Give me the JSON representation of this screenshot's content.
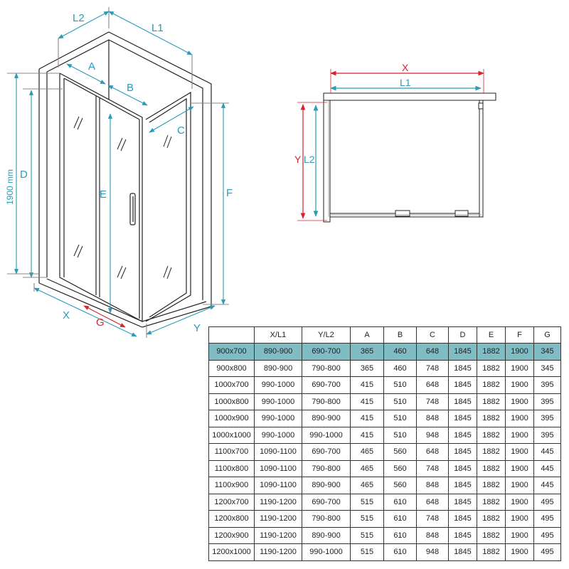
{
  "iso": {
    "labels": {
      "L2": "L2",
      "L1": "L1",
      "A": "A",
      "B": "B",
      "C": "C",
      "D": "D",
      "E": "E",
      "F": "F",
      "X": "X",
      "Y": "Y",
      "G": "G",
      "H": "1900 mm"
    }
  },
  "plan": {
    "labels": {
      "X": "X",
      "L1": "L1",
      "Y": "Y",
      "L2": "L2"
    }
  },
  "table": {
    "headers": [
      "",
      "X/L1",
      "Y/L2",
      "A",
      "B",
      "C",
      "D",
      "E",
      "F",
      "G"
    ],
    "rows": [
      [
        "900x700",
        "890-900",
        "690-700",
        "365",
        "460",
        "648",
        "1845",
        "1882",
        "1900",
        "345"
      ],
      [
        "900x800",
        "890-900",
        "790-800",
        "365",
        "460",
        "748",
        "1845",
        "1882",
        "1900",
        "345"
      ],
      [
        "1000x700",
        "990-1000",
        "690-700",
        "415",
        "510",
        "648",
        "1845",
        "1882",
        "1900",
        "395"
      ],
      [
        "1000x800",
        "990-1000",
        "790-800",
        "415",
        "510",
        "748",
        "1845",
        "1882",
        "1900",
        "395"
      ],
      [
        "1000x900",
        "990-1000",
        "890-900",
        "415",
        "510",
        "848",
        "1845",
        "1882",
        "1900",
        "395"
      ],
      [
        "1000x1000",
        "990-1000",
        "990-1000",
        "415",
        "510",
        "948",
        "1845",
        "1882",
        "1900",
        "395"
      ],
      [
        "1100x700",
        "1090-1100",
        "690-700",
        "465",
        "560",
        "648",
        "1845",
        "1882",
        "1900",
        "445"
      ],
      [
        "1100x800",
        "1090-1100",
        "790-800",
        "465",
        "560",
        "748",
        "1845",
        "1882",
        "1900",
        "445"
      ],
      [
        "1100x900",
        "1090-1100",
        "890-900",
        "465",
        "560",
        "848",
        "1845",
        "1882",
        "1900",
        "445"
      ],
      [
        "1200x700",
        "1190-1200",
        "690-700",
        "515",
        "610",
        "648",
        "1845",
        "1882",
        "1900",
        "495"
      ],
      [
        "1200x800",
        "1190-1200",
        "790-800",
        "515",
        "610",
        "748",
        "1845",
        "1882",
        "1900",
        "495"
      ],
      [
        "1200x900",
        "1190-1200",
        "890-900",
        "515",
        "610",
        "848",
        "1845",
        "1882",
        "1900",
        "495"
      ],
      [
        "1200x1000",
        "1190-1200",
        "990-1000",
        "515",
        "610",
        "948",
        "1845",
        "1882",
        "1900",
        "495"
      ]
    ],
    "highlight_row": 0
  },
  "colors": {
    "dimension": "#2a9bb8",
    "outer_dimension": "#d8232a",
    "highlight": "#7fbcc3",
    "line": "#222222"
  }
}
